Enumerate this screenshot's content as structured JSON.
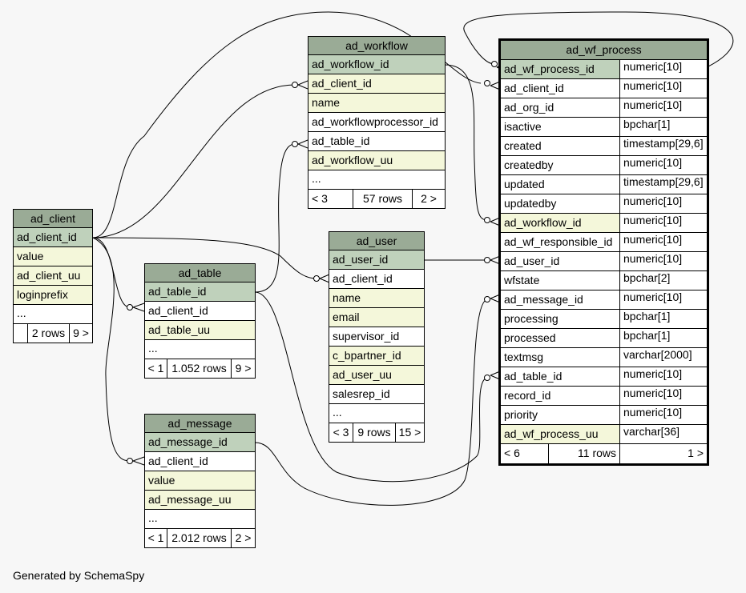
{
  "tables": {
    "ad_client": {
      "name": "ad_client",
      "pk": "ad_client_id",
      "columns": [
        "value",
        "ad_client_uu",
        "loginprefix"
      ],
      "more": "...",
      "footer": [
        "",
        "2 rows",
        "9 >"
      ]
    },
    "ad_table": {
      "name": "ad_table",
      "pk": "ad_table_id",
      "columns": [
        "ad_client_id",
        "ad_table_uu"
      ],
      "more": "...",
      "footer": [
        "< 1",
        "1.052 rows",
        "9 >"
      ]
    },
    "ad_message": {
      "name": "ad_message",
      "pk": "ad_message_id",
      "columns": [
        "ad_client_id",
        "value",
        "ad_message_uu"
      ],
      "more": "...",
      "footer": [
        "< 1",
        "2.012 rows",
        "2 >"
      ]
    },
    "ad_workflow": {
      "name": "ad_workflow",
      "pk": "ad_workflow_id",
      "columns": [
        "ad_client_id",
        "name",
        "ad_workflowprocessor_id",
        "ad_table_id",
        "ad_workflow_uu"
      ],
      "more": "...",
      "footer": [
        "< 3",
        "57 rows",
        "2 >"
      ]
    },
    "ad_user": {
      "name": "ad_user",
      "pk": "ad_user_id",
      "columns": [
        "ad_client_id",
        "name",
        "email",
        "supervisor_id",
        "c_bpartner_id",
        "ad_user_uu",
        "salesrep_id"
      ],
      "more": "...",
      "footer": [
        "< 3",
        "9 rows",
        "15 >"
      ]
    },
    "ad_wf_process": {
      "name": "ad_wf_process",
      "columns": [
        {
          "name": "ad_wf_process_id",
          "type": "numeric[10]"
        },
        {
          "name": "ad_client_id",
          "type": "numeric[10]"
        },
        {
          "name": "ad_org_id",
          "type": "numeric[10]"
        },
        {
          "name": "isactive",
          "type": "bpchar[1]"
        },
        {
          "name": "created",
          "type": "timestamp[29,6]"
        },
        {
          "name": "createdby",
          "type": "numeric[10]"
        },
        {
          "name": "updated",
          "type": "timestamp[29,6]"
        },
        {
          "name": "updatedby",
          "type": "numeric[10]"
        },
        {
          "name": "ad_workflow_id",
          "type": "numeric[10]"
        },
        {
          "name": "ad_wf_responsible_id",
          "type": "numeric[10]"
        },
        {
          "name": "ad_user_id",
          "type": "numeric[10]"
        },
        {
          "name": "wfstate",
          "type": "bpchar[2]"
        },
        {
          "name": "ad_message_id",
          "type": "numeric[10]"
        },
        {
          "name": "processing",
          "type": "bpchar[1]"
        },
        {
          "name": "processed",
          "type": "bpchar[1]"
        },
        {
          "name": "textmsg",
          "type": "varchar[2000]"
        },
        {
          "name": "ad_table_id",
          "type": "numeric[10]"
        },
        {
          "name": "record_id",
          "type": "numeric[10]"
        },
        {
          "name": "priority",
          "type": "numeric[10]"
        },
        {
          "name": "ad_wf_process_uu",
          "type": "varchar[36]"
        }
      ],
      "footer": [
        "< 6",
        "11 rows",
        "1 >"
      ]
    }
  },
  "credit": "Generated by SchemaSpy"
}
